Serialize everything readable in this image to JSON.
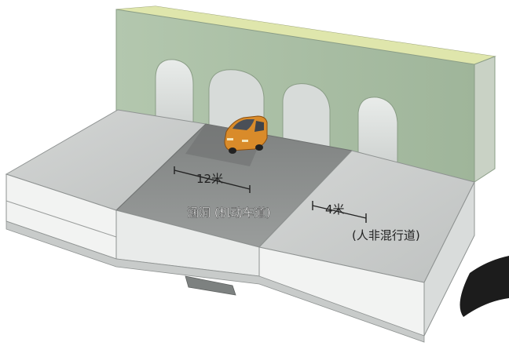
{
  "labels": {
    "vehicle_width": "12米",
    "culvert": "涵洞 (机动车道)",
    "side_width": "4米",
    "side_lane": "(人非混行道)"
  },
  "colors": {
    "wall_green": "#a9bfa4",
    "top_yellow_green": "#dfe6ac",
    "road_dark_grey": "#8c8f8e",
    "platform_light_grey": "#c9cbcb",
    "car_orange": "#d98b2a"
  }
}
